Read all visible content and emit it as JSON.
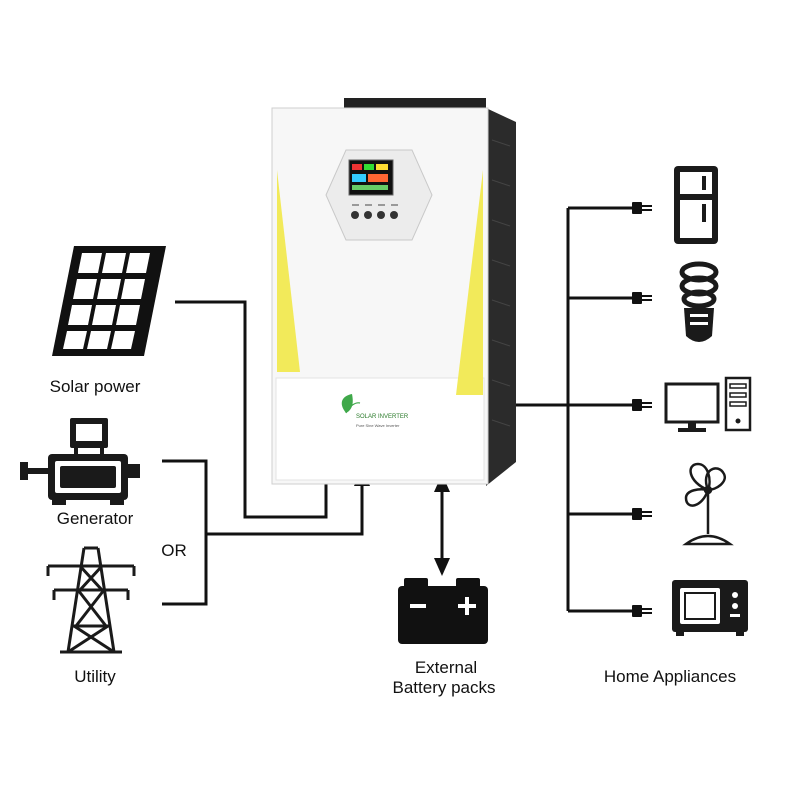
{
  "labels": {
    "solar": "Solar power",
    "generator": "Generator",
    "utility": "Utility",
    "or": "OR",
    "battery_line1": "External",
    "battery_line2": "Battery packs",
    "appliances": "Home Appliances"
  },
  "inverter": {
    "brand": "SOLAR INVERTER",
    "model": "Pure Sine Wave Inverter",
    "body_color": "#f7f7f7",
    "accent_color": "#f2ea5a",
    "side_color": "#2b2b2b",
    "logo_color": "#3fa84a"
  },
  "colors": {
    "line": "#111111",
    "icon": "#1a1a1a"
  }
}
